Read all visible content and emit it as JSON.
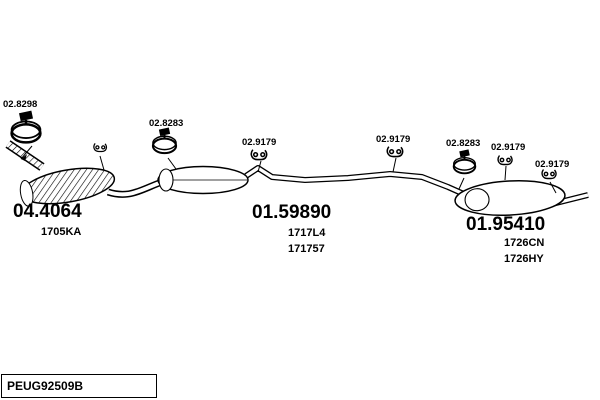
{
  "colors": {
    "background": "#ffffff",
    "line": "#000000"
  },
  "footer": {
    "drawing_code": "PEUG92509B"
  },
  "small_parts": [
    {
      "label": "02.8298",
      "icon": "clamp"
    },
    {
      "label": "02.8283",
      "icon": "clamp"
    },
    {
      "label": "02.9179",
      "icon": "hanger"
    },
    {
      "label": "02.9179",
      "icon": "hanger"
    },
    {
      "label": "02.8283",
      "icon": "clamp"
    },
    {
      "label": "02.9179",
      "icon": "hanger"
    },
    {
      "label": "02.9179",
      "icon": "hanger"
    }
  ],
  "assemblies": [
    {
      "number": "04.4064",
      "variants": [
        "1705KA"
      ]
    },
    {
      "number": "01.59890",
      "variants": [
        "1717L4",
        "171757"
      ]
    },
    {
      "number": "01.95410",
      "variants": [
        "1726CN",
        "1726HY"
      ]
    }
  ]
}
